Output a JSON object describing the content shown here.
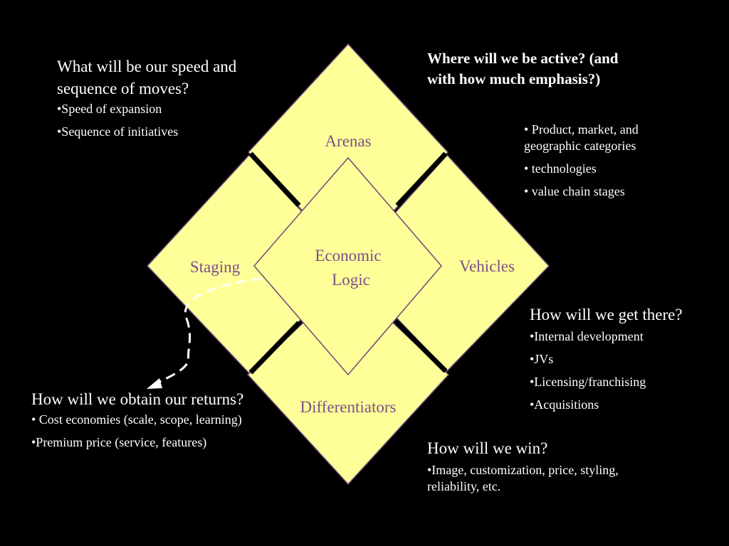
{
  "colors": {
    "background": "#000000",
    "diamond_fill": "#ffff99",
    "diamond_stroke": "#6b4a7a",
    "label_text": "#7a5088",
    "body_text": "#ffffff",
    "arrow": "#ffffff"
  },
  "diagram": {
    "arenas": "Arenas",
    "staging": "Staging",
    "vehicles": "Vehicles",
    "differentiators": "Differentiators",
    "economic_logic_line1": "Economic",
    "economic_logic_line2": "Logic"
  },
  "arenas_text": {
    "heading_line1": "Where will we be active? (and",
    "heading_line2": "with how much emphasis?)",
    "bullets": [
      "• Product, market, and geographic categories",
      "• technologies",
      "• value chain stages"
    ]
  },
  "staging_text": {
    "heading": "What will be our speed and sequence of moves?",
    "bullets": [
      "•Speed of expansion",
      "•Sequence of initiatives"
    ]
  },
  "vehicles_text": {
    "heading": "How will we get there?",
    "bullets": [
      "•Internal development",
      "•JVs",
      "•Licensing/franchising",
      "•Acquisitions"
    ]
  },
  "economic_text": {
    "heading": "How will we obtain our returns?",
    "bullets": [
      "• Cost economies (scale, scope, learning)",
      "•Premium price (service, features)"
    ]
  },
  "differentiators_text": {
    "heading": "How will we win?",
    "bullets": [
      "•Image, customization, price, styling, reliability, etc."
    ]
  }
}
